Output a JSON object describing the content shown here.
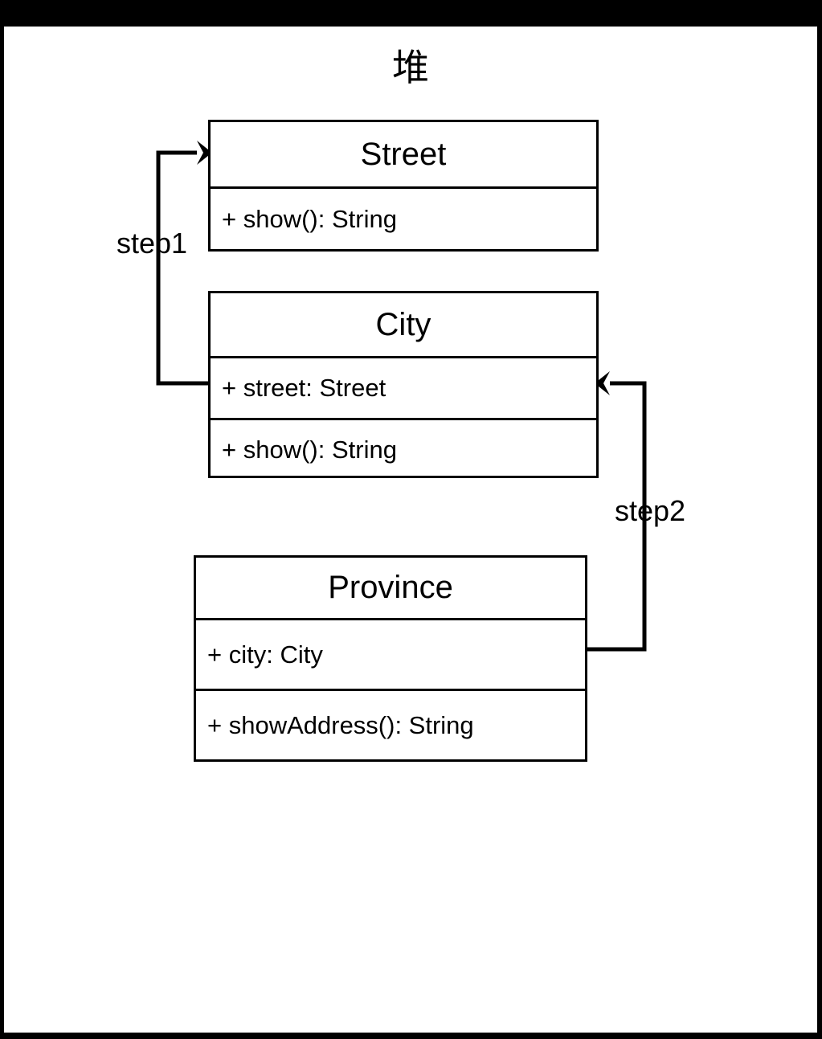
{
  "diagram": {
    "title": "堆",
    "type": "uml-class-diagram",
    "background_color": "#ffffff",
    "stroke_color": "#000000",
    "frame_color": "#000000",
    "classes": [
      {
        "id": "street",
        "name": "Street",
        "rows": [
          "+ show(): String"
        ]
      },
      {
        "id": "city",
        "name": "City",
        "rows": [
          "+ street: Street",
          "+ show(): String"
        ]
      },
      {
        "id": "province",
        "name": "Province",
        "rows": [
          "+ city: City",
          "+ showAddress(): String"
        ]
      }
    ],
    "connectors": [
      {
        "id": "step1",
        "label": "step1",
        "from": "city",
        "from_row": "+ street: Street",
        "to": "street",
        "arrow": "open-filled-triangle",
        "direction": "left-up-right"
      },
      {
        "id": "step2",
        "label": "step2",
        "from": "province",
        "from_row": "+ city: City",
        "to": "city",
        "arrow": "open-filled-triangle",
        "direction": "right-up-left"
      }
    ]
  }
}
